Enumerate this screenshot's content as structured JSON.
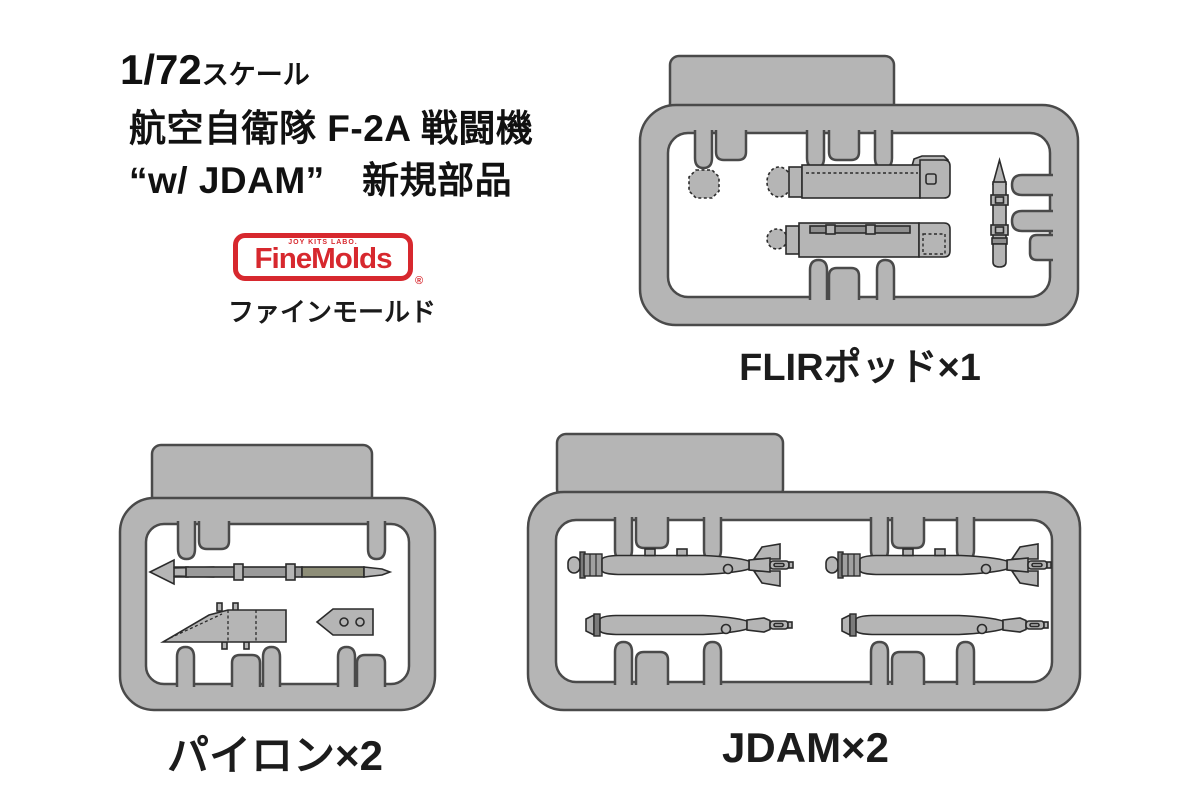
{
  "header": {
    "scale_number": "1/72",
    "scale_unit": "スケール",
    "title_line": "航空自衛隊 F-2A 戦闘機",
    "subtitle_line": "“w/ JDAM”　新規部品"
  },
  "logo": {
    "tagline": "JOY KITS LABO.",
    "wordmark": "FineMolds",
    "registered_mark": "®",
    "katakana": "ファインモールド",
    "brand_color": "#d7282e"
  },
  "sprues": [
    {
      "id": "flir",
      "label": "FLIRポッド×1"
    },
    {
      "id": "pylon",
      "label": "パイロン×2"
    },
    {
      "id": "jdam",
      "label": "JDAM×2"
    }
  ],
  "colors": {
    "background": "#ffffff",
    "sprue_fill": "#b5b5b5",
    "sprue_outline": "#4a4a4a",
    "part_outline": "#2b2b2b",
    "part_dark": "#8f8f8f",
    "rail_olive": "#8e8e78",
    "text": "#111111"
  }
}
